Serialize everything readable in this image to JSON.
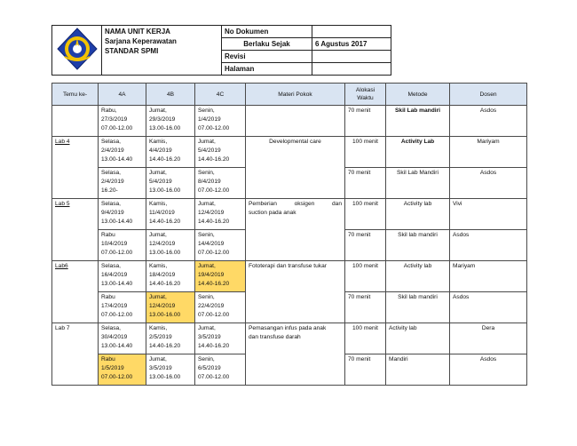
{
  "header": {
    "unit_name": "NAMA UNIT KERJA",
    "program": "Sarjana Keperawatan",
    "standard": "STANDAR SPMI",
    "doc_no_label": "No Dokumen",
    "effective_label": "Berlaku Sejak",
    "effective_date": "6 Agustus 2017",
    "revision_label": "Revisi",
    "page_label": "Halaman"
  },
  "table": {
    "headers": {
      "meeting": "Temu ke-",
      "c4a": "4A",
      "c4b": "4B",
      "c4c": "4C",
      "topic": "Materi Pokok",
      "time_alloc": "Alokasi Waktu",
      "method": "Metode",
      "lecturer": "Dosen"
    },
    "rows": [
      {
        "a": [
          "Rabu,",
          "27/3/2019",
          "07.00-12.00"
        ],
        "b": [
          "Jumat,",
          "29/3/2019",
          "13.00-16.00"
        ],
        "c": [
          "Senin,",
          "1/4/2019",
          "07.00-12.00"
        ],
        "time": "70 menit",
        "method": "Skil Lab mandiri",
        "lecturer": "Asdos"
      },
      {
        "meeting": "Lab 4",
        "a": [
          "Selasa,",
          "2/4/2019",
          "13.00-14.40"
        ],
        "b": [
          "Kamis,",
          "4/4/2019",
          "14.40-16.20"
        ],
        "c": [
          "Jumat,",
          "5/4/2019",
          "14.40-16.20"
        ],
        "topic": "Developmental care",
        "time": "100 menit",
        "method": "Activity Lab",
        "lecturer": "Mariyam"
      },
      {
        "a": [
          "Selasa,",
          "2/4/2019",
          "16.20-"
        ],
        "b": [
          "Jumat,",
          "5/4/2019",
          "13.00-16.00"
        ],
        "c": [
          "Senin,",
          "8/4/2019",
          "07.00-12.00"
        ],
        "time": "70 menit",
        "method": "Skil Lab Mandiri",
        "lecturer": "Asdos"
      },
      {
        "meeting": "Lab 5",
        "a": [
          "Selasa,",
          "9/4/2019",
          "13.00-14.40"
        ],
        "b": [
          "Kamis,",
          "11/4/2019",
          "14.40-16.20"
        ],
        "c": [
          "Jumat,",
          "12/4/2019",
          "14.40-16.20"
        ],
        "topic_l1": "Pemberian oksigen dan",
        "topic_l2": "suction pada anak",
        "time": "100 menit",
        "method": "Activity lab",
        "lecturer": "Vivi"
      },
      {
        "a": [
          "Rabu",
          "10/4/2019",
          "07.00-12.00"
        ],
        "b": [
          "Jumat,",
          "12/4/2019",
          "13.00-16.00"
        ],
        "c": [
          "Senin,",
          "14/4/2019",
          "07.00-12.00"
        ],
        "time": "70 menit",
        "method": "Skil lab mandiri",
        "lecturer": "Asdos"
      },
      {
        "meeting": "Lab6",
        "a": [
          "Selasa,",
          "16/4/2019",
          "13.00-14.40"
        ],
        "b": [
          "Kamis,",
          "18/4/2019",
          "14.40-16.20"
        ],
        "c": [
          "Jumat,",
          "19/4/2019",
          "14.40-16.20"
        ],
        "topic": "Fototerapi dan transfuse tukar",
        "time": "100 menit",
        "method": "Activity lab",
        "lecturer": "Mariyam"
      },
      {
        "a": [
          "Rabu",
          "17/4/2019",
          "07.00-12.00"
        ],
        "b": [
          "Jumat,",
          "12/4/2019",
          "13.00-16.00"
        ],
        "c": [
          "Senin,",
          "22/4/2019",
          "07.00-12.00"
        ],
        "time": "70 menit",
        "method": "Skil lab mandiri",
        "lecturer": "Asdos"
      },
      {
        "meeting": "Lab 7",
        "a": [
          "Selasa,",
          "30/4/2019",
          "13.00-14.40"
        ],
        "b": [
          "Kamis,",
          "2/5/2019",
          "14.40-16.20"
        ],
        "c": [
          "Jumat,",
          "3/5/2019",
          "14.40-16.20"
        ],
        "topic_l1": "Pemasangan infus pada anak",
        "topic_l2": "dan transfuse darah",
        "time": "100 menit",
        "method": "Activity lab",
        "lecturer": "Dera"
      },
      {
        "a": [
          "Rabu",
          "1/5/2019",
          "07.00-12.00"
        ],
        "b": [
          "Jumat,",
          "3/5/2019",
          "13.00-16.00"
        ],
        "c": [
          "Senin,",
          "6/5/2019",
          "07.00-12.00"
        ],
        "time": "70 menit",
        "method": "Mandiri",
        "lecturer": "Asdos"
      }
    ]
  },
  "colors": {
    "header_fill": "#d9e4f2",
    "highlight": "#ffd966"
  },
  "logo": {
    "icon": "institution-seal-icon"
  }
}
